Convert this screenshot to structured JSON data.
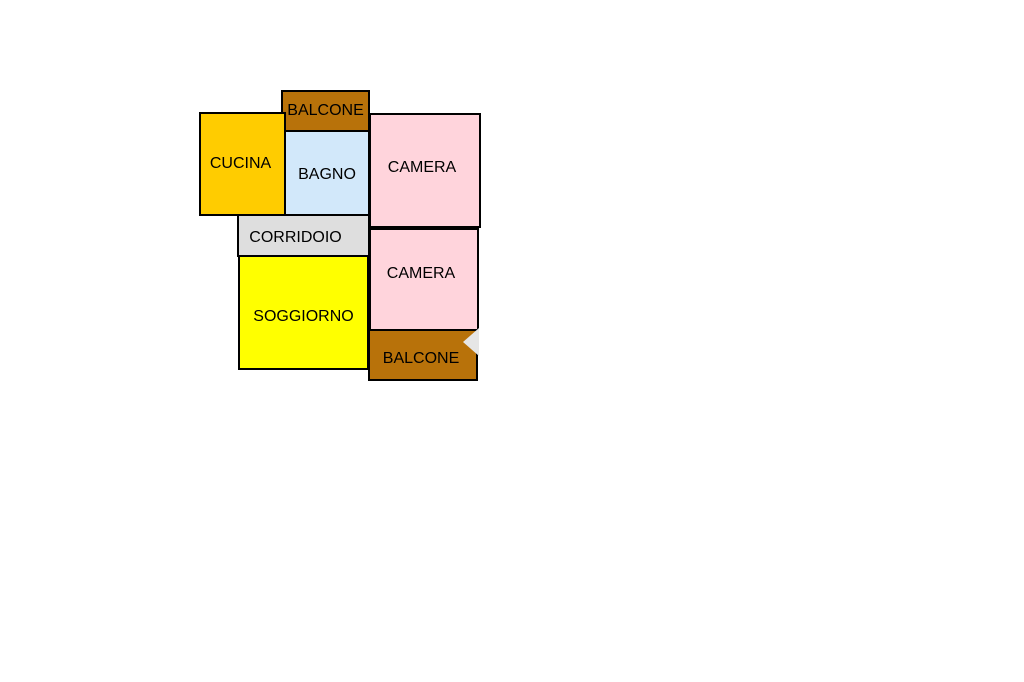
{
  "rooms": [
    {
      "id": "balcone_top",
      "label": "BALCONE",
      "color": "#B8720A"
    },
    {
      "id": "cucina",
      "label": "CUCINA",
      "color": "#FFCC00"
    },
    {
      "id": "bagno",
      "label": "BAGNO",
      "color": "#D2E8FA"
    },
    {
      "id": "camera_top",
      "label": "CAMERA",
      "color": "#FFD4DC"
    },
    {
      "id": "corridoio",
      "label": "CORRIDOIO",
      "color": "#DEDEDE"
    },
    {
      "id": "camera_bottom",
      "label": "CAMERA",
      "color": "#FFD4DC"
    },
    {
      "id": "soggiorno",
      "label": "SOGGIORNO",
      "color": "#FFFF00"
    },
    {
      "id": "balcone_bottom",
      "label": "BALCONE",
      "color": "#B8720A"
    }
  ],
  "overlay": {
    "icon": "chevron-left-icon",
    "color": "#E6E6E6"
  }
}
